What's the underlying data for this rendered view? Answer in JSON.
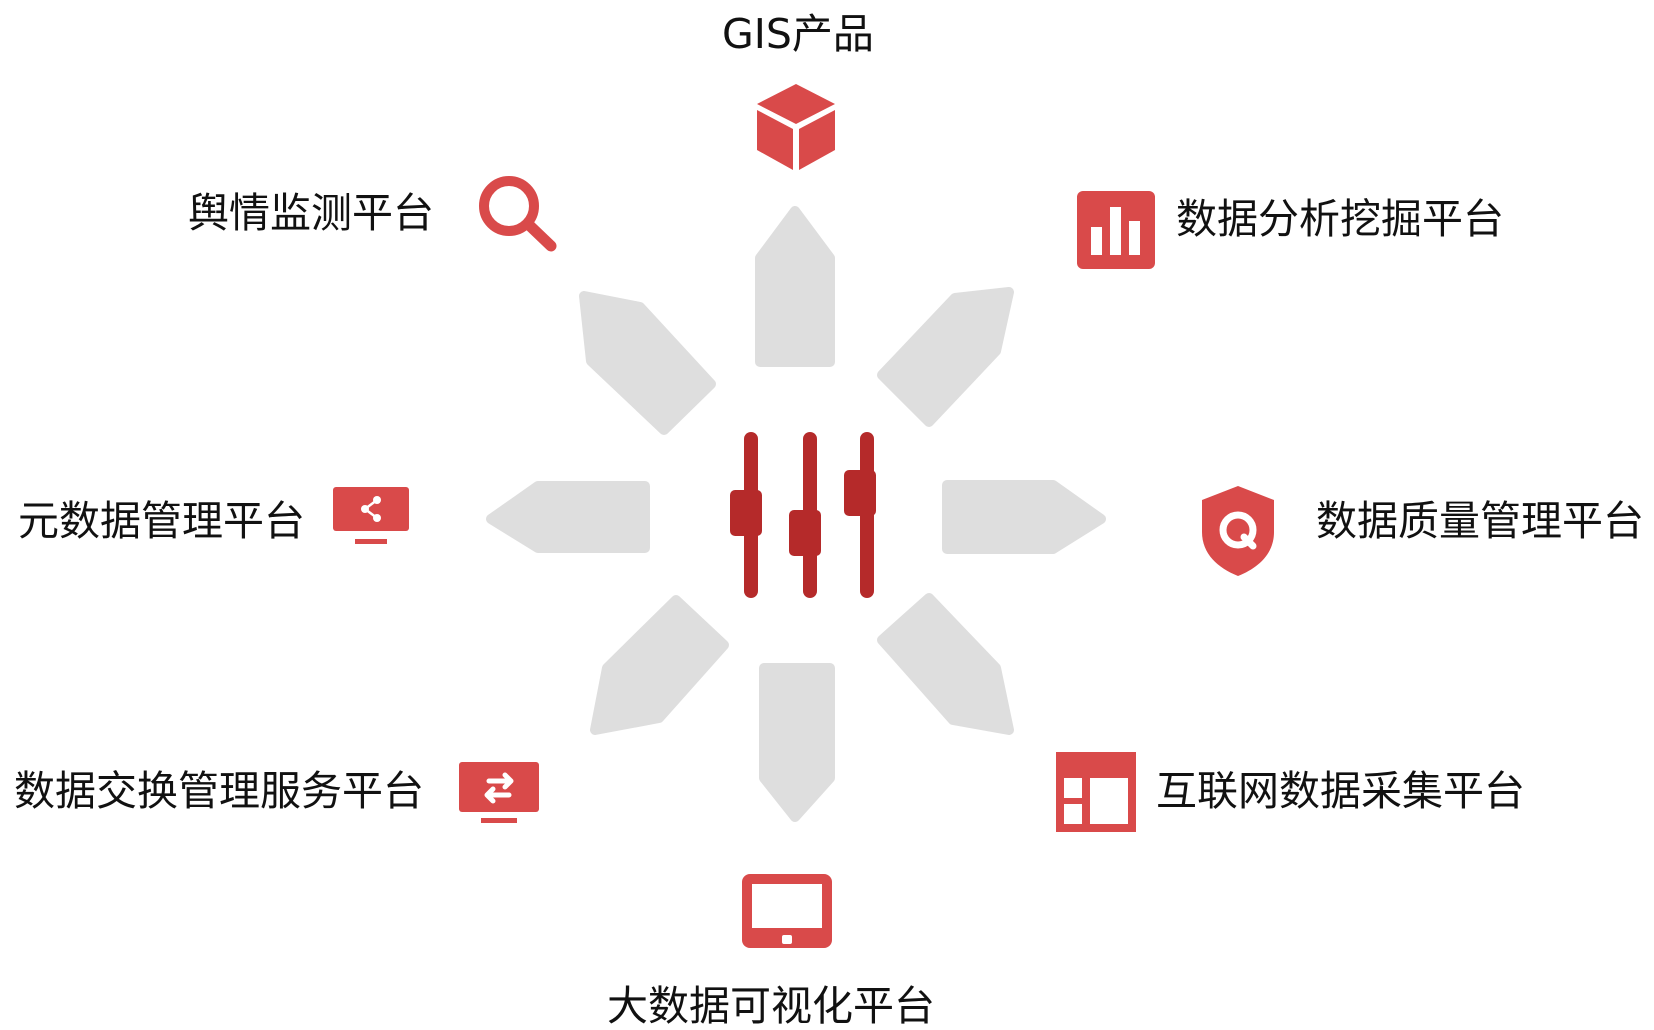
{
  "colors": {
    "accent": "#d94a4a",
    "accent_dark": "#b52a2a",
    "arrow_gray": "#dedede",
    "text": "#111111",
    "background": "#ffffff"
  },
  "center": {
    "icon": "sliders-icon"
  },
  "nodes": [
    {
      "id": "gis",
      "label": "GIS产品",
      "icon": "cube-icon"
    },
    {
      "id": "analysis",
      "label": "数据分析挖掘平台",
      "icon": "bar-chart-icon"
    },
    {
      "id": "quality",
      "label": "数据质量管理平台",
      "icon": "shield-q-icon"
    },
    {
      "id": "crawl",
      "label": "互联网数据采集平台",
      "icon": "layout-icon"
    },
    {
      "id": "visual",
      "label": "大数据可视化平台",
      "icon": "tablet-icon"
    },
    {
      "id": "exchange",
      "label": "数据交换管理服务平台",
      "icon": "monitor-exchange-icon"
    },
    {
      "id": "meta",
      "label": "元数据管理平台",
      "icon": "monitor-share-icon"
    },
    {
      "id": "sentiment",
      "label": "舆情监测平台",
      "icon": "search-icon"
    }
  ]
}
